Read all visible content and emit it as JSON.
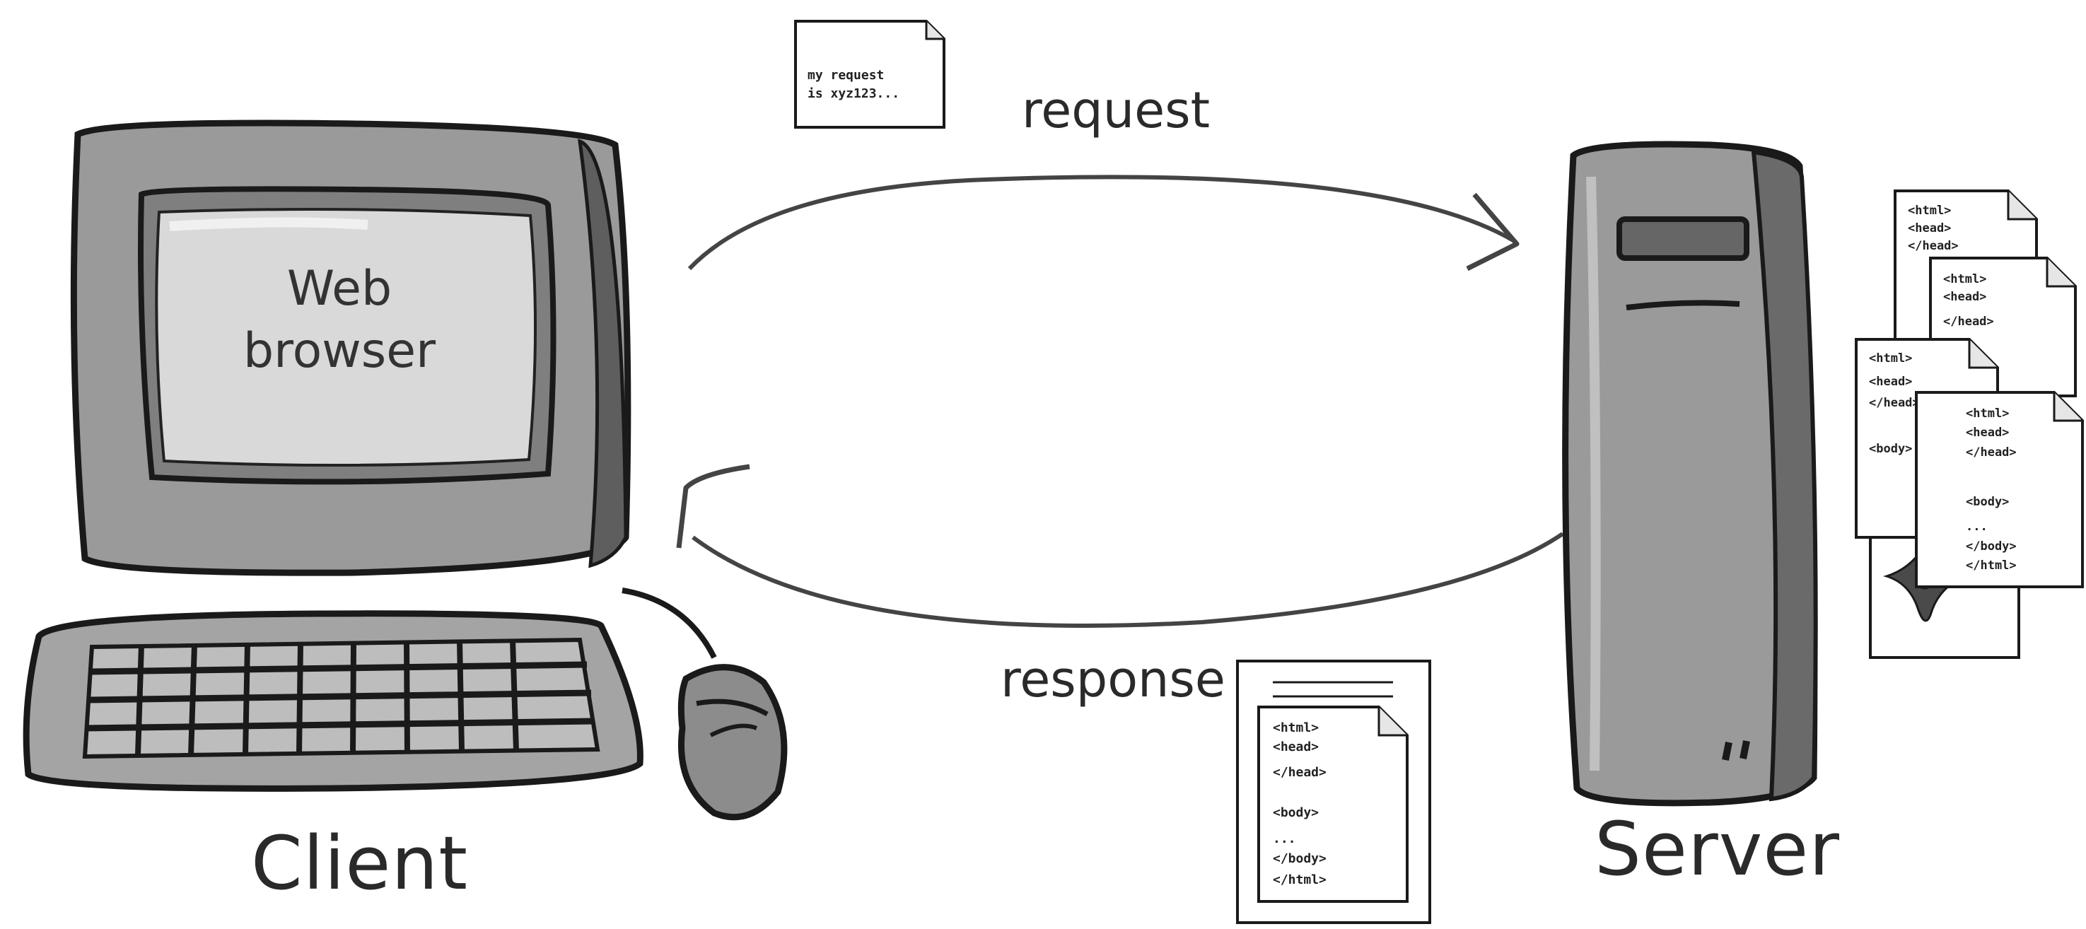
{
  "labels": {
    "screen_line1": "Web",
    "screen_line2": "browser",
    "client": "Client",
    "server": "Server",
    "request": "request",
    "response": "response"
  },
  "request_note": {
    "line1": "my request",
    "line2": "is xyz123..."
  },
  "html_doc": {
    "lines": [
      "<html>",
      "<head>",
      "</head>",
      "",
      "<body>",
      "...",
      "</body>",
      "</html>"
    ]
  },
  "colors": {
    "stroke": "#1a1a1a",
    "gray_dark": "#6b6b6b",
    "gray_mid": "#9a9a9a",
    "gray_light": "#d9d9d9",
    "paper": "#ffffff"
  }
}
